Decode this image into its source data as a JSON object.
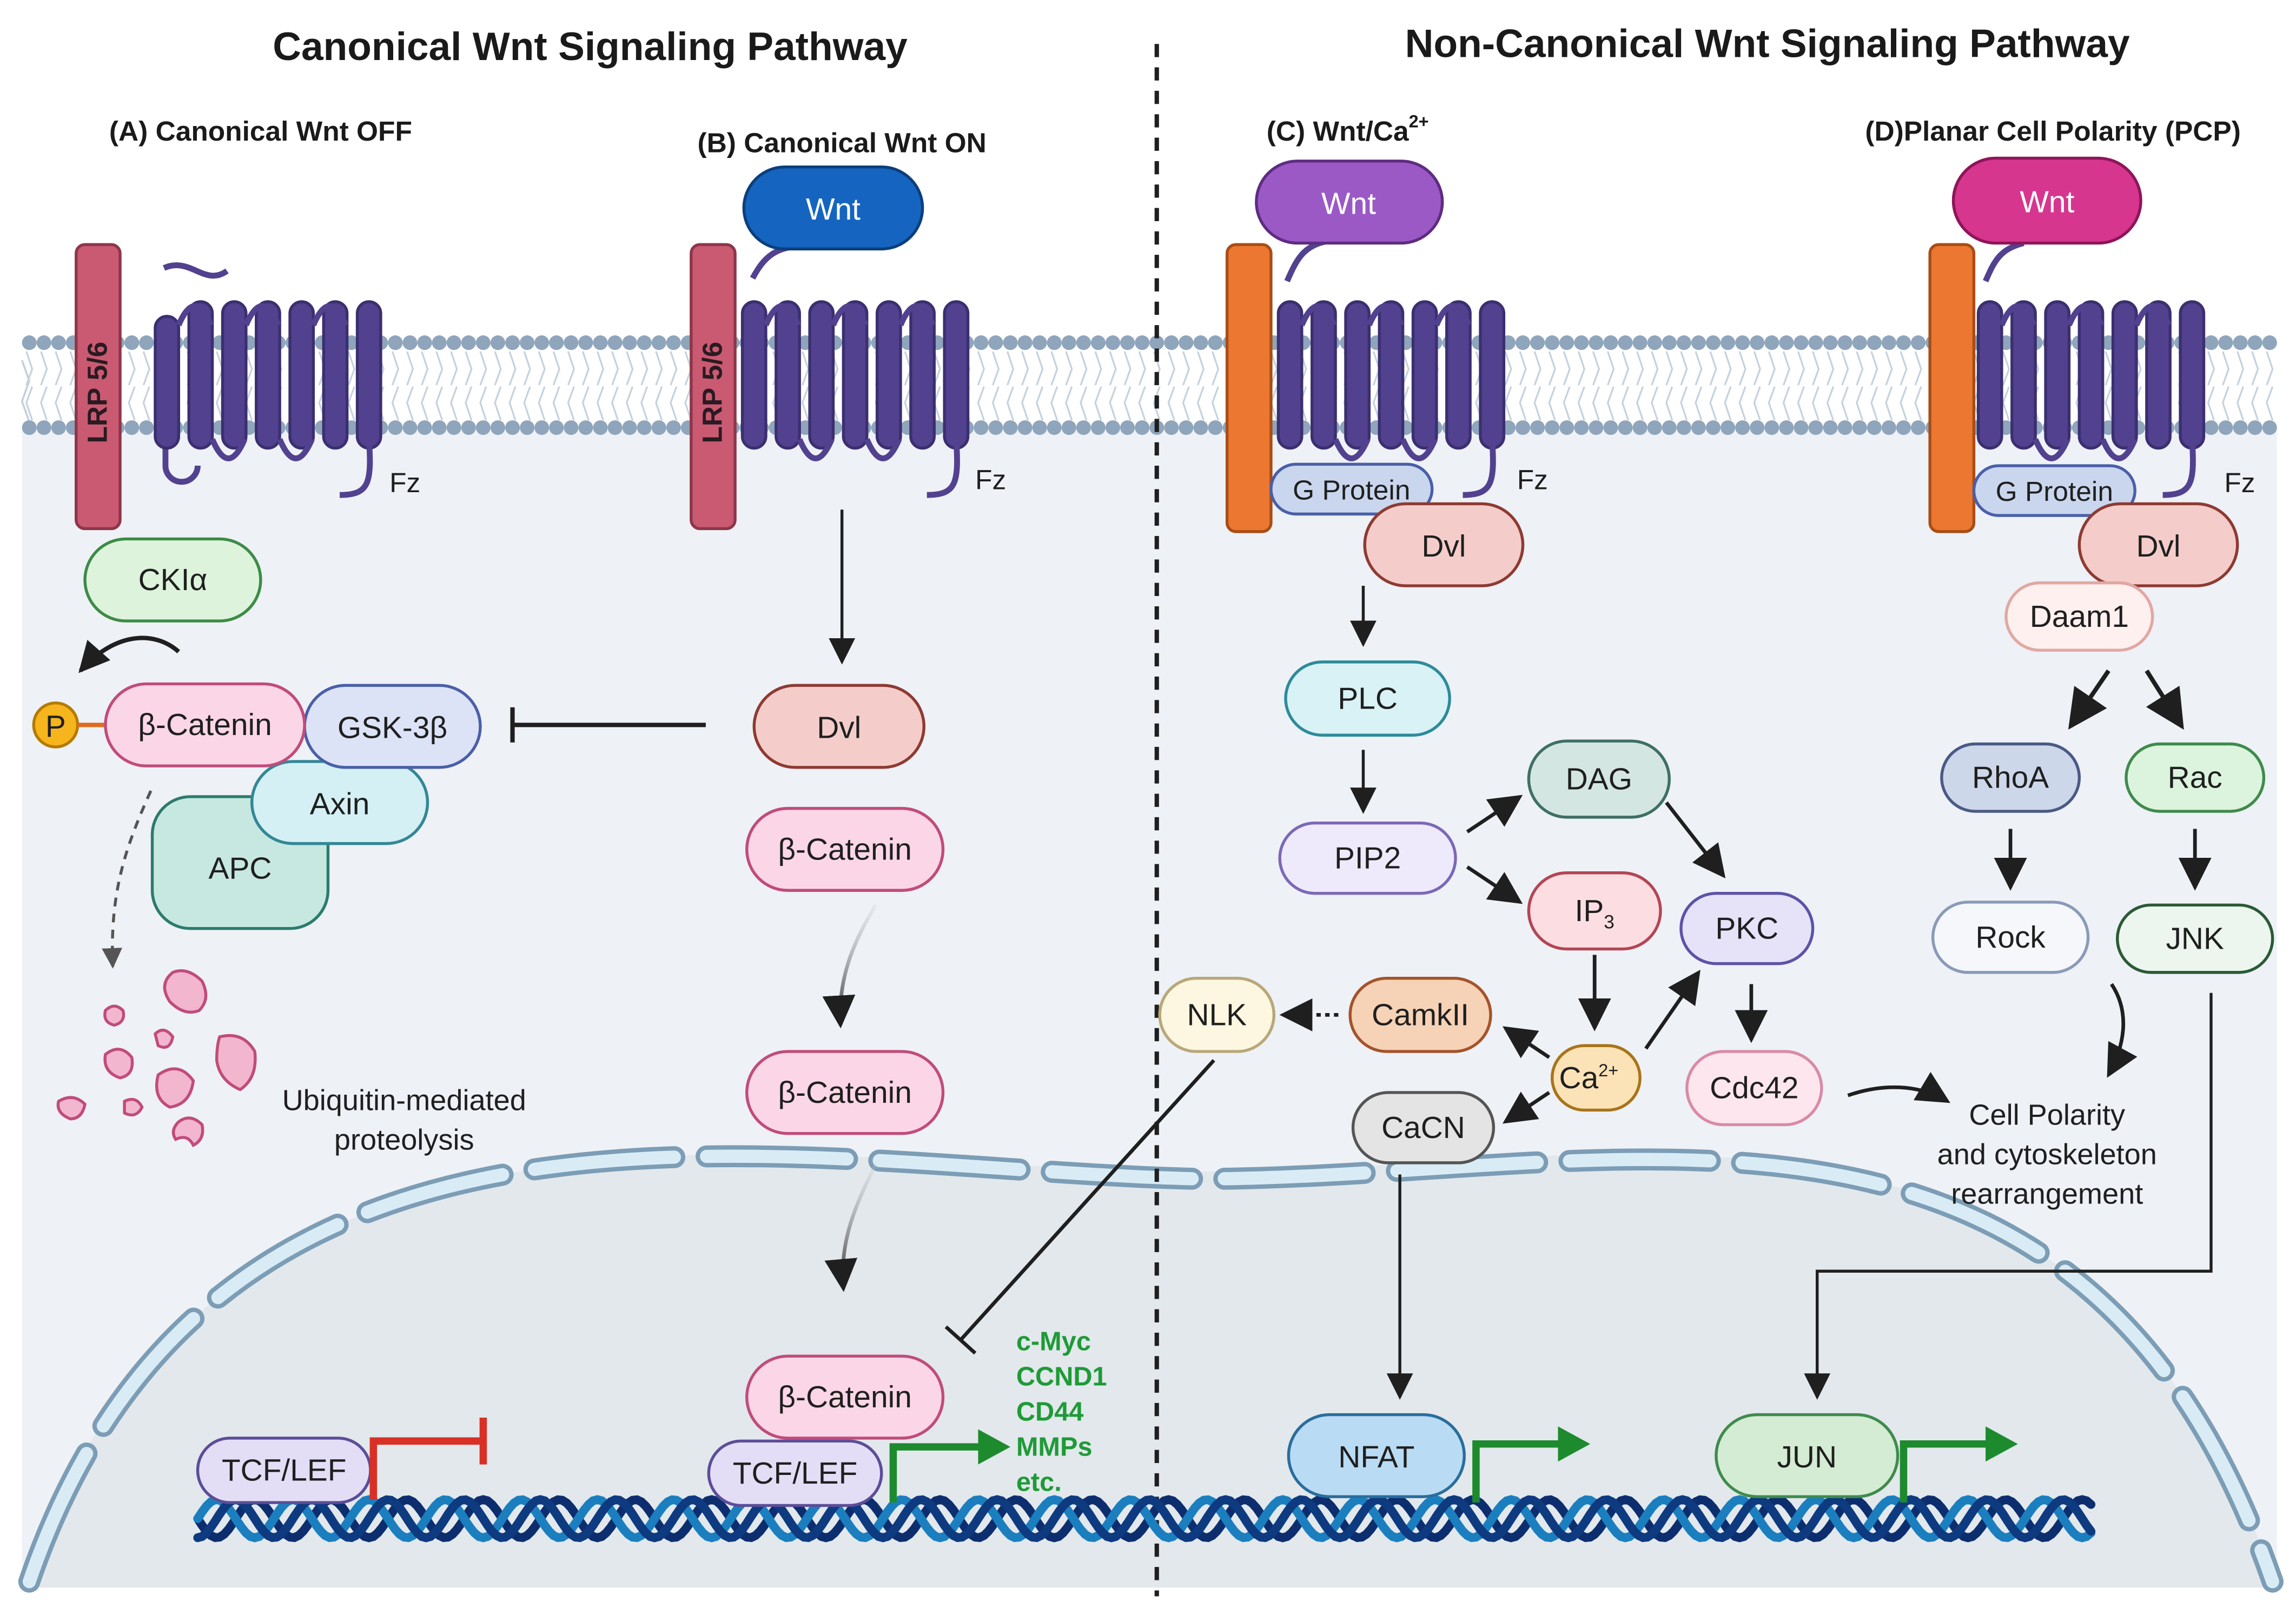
{
  "titles": {
    "canonical": "Canonical Wnt  Signaling Pathway",
    "noncanonical": "Non-Canonical Wnt  Signaling Pathway"
  },
  "panels": {
    "a": "(A) Canonical Wnt OFF",
    "b": "(B) Canonical Wnt ON",
    "c_main": "(C) Wnt/Ca",
    "c_sup": "2+",
    "d": "(D)Planar Cell Polarity (PCP)"
  },
  "receptors": {
    "lrp": "LRP 5/6",
    "fz": "Fz",
    "g_protein": "G Protein"
  },
  "ligand": "Wnt",
  "panel_a": {
    "ck1a": "CKIα",
    "phospho": "P",
    "beta_catenin": "β-Catenin",
    "gsk3b": "GSK-3β",
    "axin": "Axin",
    "apc": "APC",
    "degradation_line1": "Ubiquitin-mediated",
    "degradation_line2": "proteolysis",
    "tcf_lef": "TCF/LEF"
  },
  "panel_b": {
    "dvl": "Dvl",
    "beta_catenin": "β-Catenin",
    "tcf_lef": "TCF/LEF",
    "targets": [
      "c-Myc",
      "CCND1",
      "CD44",
      "MMPs",
      "etc."
    ]
  },
  "panel_c": {
    "dvl": "Dvl",
    "plc": "PLC",
    "pip2": "PIP2",
    "dag": "DAG",
    "ip3_main": "IP",
    "ip3_sub": "3",
    "pkc": "PKC",
    "ca_main": "Ca",
    "ca_sup": "2+",
    "camkii": "CamkII",
    "nlk": "NLK",
    "cacn": "CaCN",
    "cdc42": "Cdc42",
    "nfat": "NFAT"
  },
  "panel_d": {
    "dvl": "Dvl",
    "daam1": "Daam1",
    "rhoa": "RhoA",
    "rac": "Rac",
    "rock": "Rock",
    "jnk": "JNK",
    "jun": "JUN",
    "outcome": [
      "Cell Polarity",
      "and cytoskeleton",
      "rearrangement"
    ]
  },
  "colors": {
    "wnt_b": "#1565c0",
    "wnt_c": "#9b59c6",
    "wnt_d": "#d6368e",
    "receptor": "#52418f",
    "lrp": "#c95a72",
    "coreceptor_noncanonical": "#ec7731",
    "gene_text": "#1f9a37",
    "repress_arrow": "#d93025",
    "activate_arrow": "#1e8a2e"
  }
}
